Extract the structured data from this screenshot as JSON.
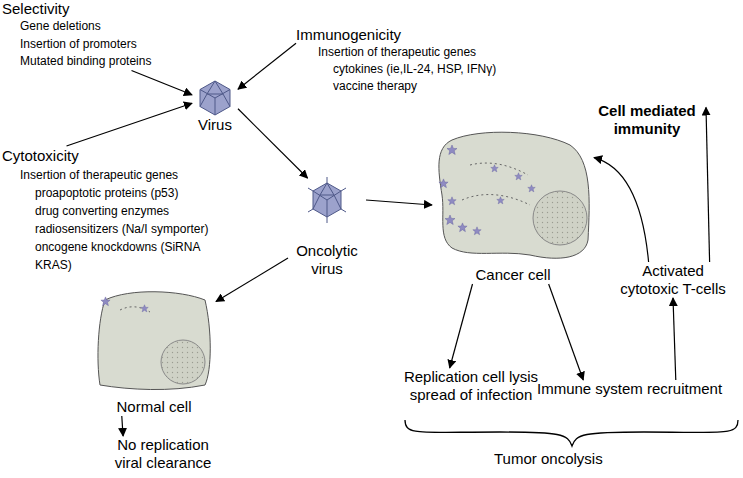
{
  "diagram": {
    "nodes": [
      {
        "text": [
          "Selectivity",
          "Gene deletions",
          "Insertion of promoters",
          "Mutated binding proteins"
        ]
      },
      {
        "text": [
          "Immunogenicity",
          "Insertion of therapeutic genes",
          "cytokines (ie,IL-24, HSP, IFNγ)",
          "vaccine therapy"
        ]
      },
      {
        "text": [
          "Virus"
        ]
      },
      {
        "text": [
          "Cytotoxicity",
          "Insertion of therapeutic genes",
          "proapoptotic proteins (p53)",
          "drug converting enzymes",
          "radiosensitizers (Na/I symporter)",
          "oncogene knockdowns (SiRNA KRAS)"
        ]
      },
      {
        "text": [
          "Oncolytic virus"
        ]
      },
      {
        "text": [
          "Normal cell"
        ]
      },
      {
        "text": [
          "No replication viral clearance"
        ]
      },
      {
        "text": [
          "Cancer cell"
        ]
      },
      {
        "text": [
          "Replication cell lysis spread of infection"
        ]
      },
      {
        "text": [
          "Immune system recruitment"
        ]
      },
      {
        "text": [
          "Activated cytotoxic T-cells"
        ]
      },
      {
        "text": [
          "Cell mediated immunity"
        ]
      }
    ],
    "edges": [
      {
        "from": 0,
        "to": 2,
        "arrow": "to"
      },
      {
        "from": 1,
        "to": 2,
        "arrow": "to"
      },
      {
        "from": 3,
        "to": 2,
        "arrow": "to"
      },
      {
        "from": 2,
        "to": 4,
        "arrow": "to"
      },
      {
        "from": 4,
        "to": 7,
        "arrow": "to"
      },
      {
        "from": 4,
        "to": 5,
        "arrow": "to"
      },
      {
        "from": 5,
        "to": 6,
        "arrow": "to"
      },
      {
        "from": 7,
        "to": 8,
        "arrow": "to"
      },
      {
        "from": 7,
        "to": 9,
        "arrow": "to"
      },
      {
        "from": 9,
        "to": 10,
        "arrow": "to"
      },
      {
        "from": 10,
        "to": 11,
        "arrow": "to"
      },
      {
        "from": 10,
        "to": 7,
        "arrow": "to"
      }
    ],
    "labels": [
      "Tumor oncolysis"
    ]
  }
}
